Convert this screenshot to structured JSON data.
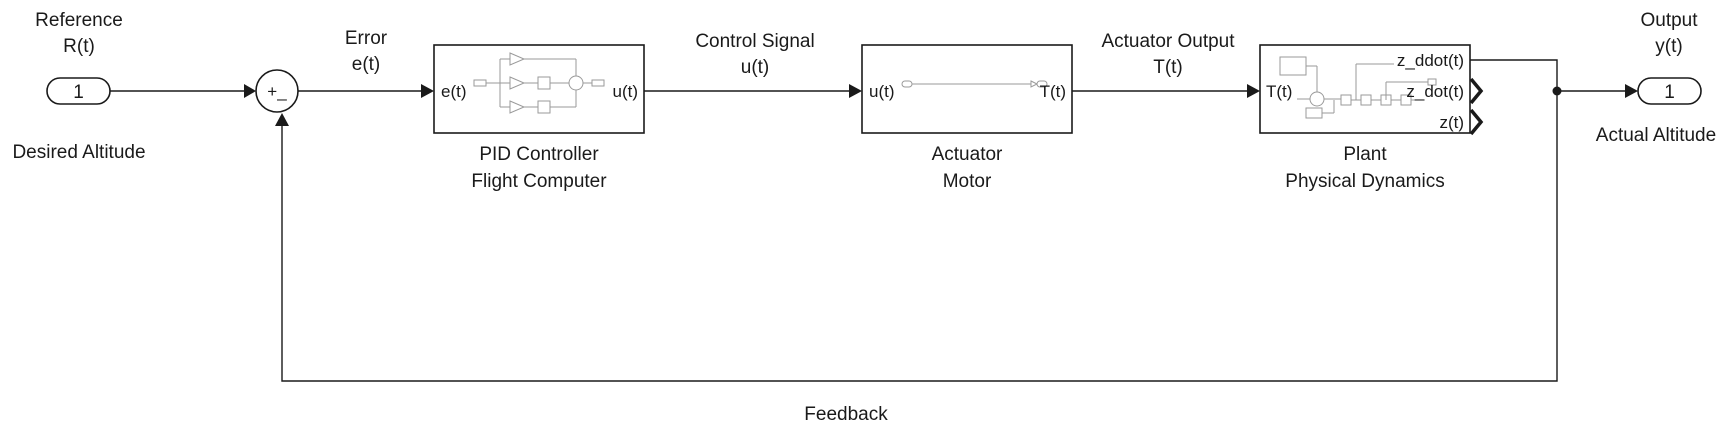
{
  "inport": {
    "number": "1",
    "name_line1": "Reference",
    "name_line2": "R(t)",
    "caption": "Desired Altitude"
  },
  "sum": {
    "signs": "+_"
  },
  "error_signal": {
    "line1": "Error",
    "line2": "e(t)"
  },
  "pid": {
    "port_in": "e(t)",
    "port_out": "u(t)",
    "name_line1": "PID Controller",
    "name_line2": "Flight Computer"
  },
  "control_signal": {
    "line1": "Control Signal",
    "line2": "u(t)"
  },
  "actuator": {
    "port_in": "u(t)",
    "port_out": "T(t)",
    "name_line1": "Actuator",
    "name_line2": "Motor"
  },
  "actuator_signal": {
    "line1": "Actuator Output",
    "line2": "T(t)"
  },
  "plant": {
    "port_in": "T(t)",
    "port_out1": "z_ddot(t)",
    "port_out2": "z_dot(t)",
    "port_out3": "z(t)",
    "name_line1": "Plant",
    "name_line2": "Physical Dynamics"
  },
  "outport": {
    "number": "1",
    "name_line1": "Output",
    "name_line2": "y(t)",
    "caption": "Actual Altitude"
  },
  "feedback": {
    "label": "Feedback"
  }
}
